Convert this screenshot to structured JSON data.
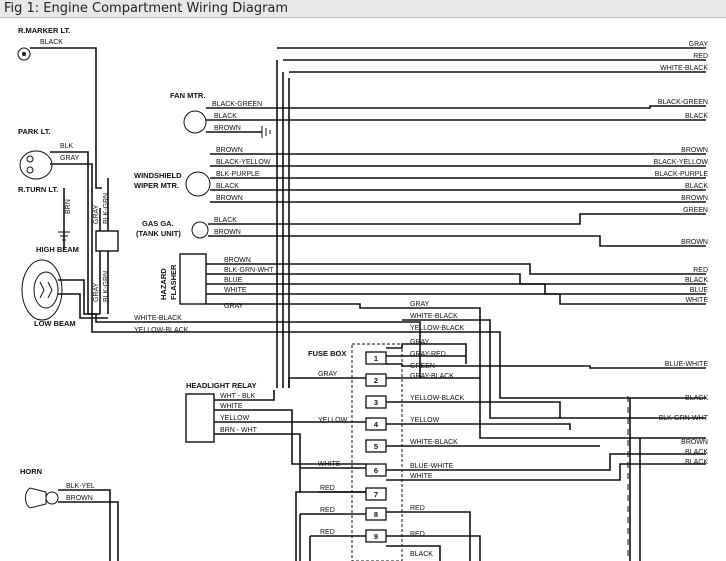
{
  "title": "Fig 1: Engine Compartment Wiring Diagram",
  "components": {
    "r_marker": "R.MARKER LT.",
    "park": "PARK LT.",
    "r_turn": "R.TURN LT.",
    "high_beam": "HIGH BEAM",
    "low_beam": "LOW BEAM",
    "fan_mtr": "FAN MTR.",
    "wiper_1": "WINDSHIELD",
    "wiper_2": "WIPER MTR.",
    "gas_1": "GAS GA.",
    "gas_2": "(TANK UNIT)",
    "hazard_1": "HAZARD",
    "hazard_2": "FLASHER",
    "fuse_box": "FUSE BOX",
    "headlight_relay": "HEADLIGHT RELAY",
    "horn": "HORN"
  },
  "fuses": [
    "1",
    "2",
    "3",
    "4",
    "5",
    "6",
    "7",
    "8",
    "9"
  ],
  "wire_labels": {
    "marker_black": "BLACK",
    "park_blk": "BLK",
    "park_gray": "GRAY",
    "v_brn": "BRN",
    "v_gray": "GRAY",
    "v_blkgrn": "BLK-GRN",
    "v_gray2": "GRAY",
    "v_blkgrn2": "BLK-GRN",
    "fan_bg": "BLACK-GREEN",
    "fan_black": "BLACK",
    "fan_brown": "BROWN",
    "wip_brown": "BROWN",
    "wip_by": "BLACK-YELLOW",
    "wip_bp": "BLK-PURPLE",
    "wip_black": "BLACK",
    "wip_brown2": "BROWN",
    "gas_black": "BLACK",
    "gas_brown": "BROWN",
    "haz_brown": "BROWN",
    "haz_bgw": "BLK-GRN-WHT",
    "haz_blue": "BLUE",
    "haz_white": "WHITE",
    "haz_gray": "GRAY",
    "wb": "WHITE-BLACK",
    "yb": "YELLOW-BLACK",
    "rel_wb": "WHT - BLK",
    "rel_white": "WHITE",
    "rel_yellow": "YELLOW",
    "rel_bw": "BRN - WHT",
    "horn_by": "BLK-YEL",
    "horn_brown": "BROWN",
    "fb_l_gray": "GRAY",
    "fb_l_yellow": "YELLOW",
    "fb_l_white": "WHITE",
    "fb_l_red1": "RED",
    "fb_l_red2": "RED",
    "fb_l_red3": "RED",
    "fb_t_gray": "GRAY",
    "fb_t_wb": "WHITE-BLACK",
    "fb_t_yb": "YELLOW-BLACK",
    "f1_gray": "GRAY",
    "f1_gr": "GRAY-RED",
    "f1_green": "GREEN",
    "f2_gb": "GRAY-BLACK",
    "f3_yb": "YELLOW-BLACK",
    "f4_yellow": "YELLOW",
    "f5_wb": "WHITE-BLACK",
    "f6_bw": "BLUE-WHITE",
    "f6_white": "WHITE",
    "f8_red": "RED",
    "f9_red": "RED",
    "f9_black": "BLACK"
  },
  "right_edge": [
    "GRAY",
    "RED",
    "WHITE-BLACK",
    "BLACK-GREEN",
    "BLACK",
    "BROWN",
    "BLACK-YELLOW",
    "BLACK-PURPLE",
    "BLACK",
    "BROWN",
    "GREEN",
    "BROWN",
    "RED",
    "BLACK",
    "BLUE",
    "WHITE",
    "BLUE-WHITE",
    "BLACK",
    "BLK-GRN-WHT",
    "BROWN",
    "BLACK",
    "BLACK"
  ]
}
